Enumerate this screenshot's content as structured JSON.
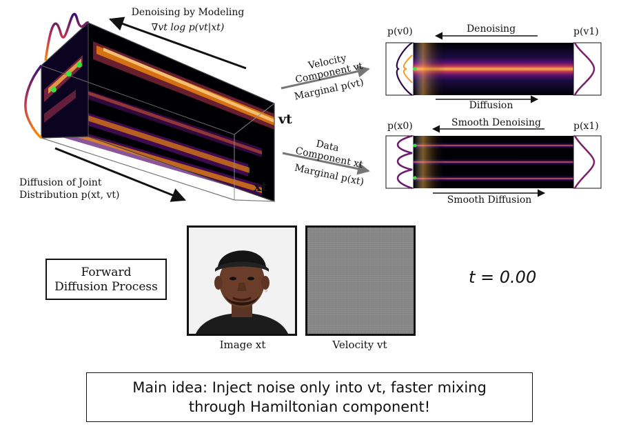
{
  "diagram": {
    "denoise_modeling": "Denoising by Modeling",
    "score_formula": "∇vt log p(vt|xt)",
    "v_axis": "vt",
    "x_axis": "xt",
    "diffusion_joint_line1": "Diffusion of Joint",
    "diffusion_joint_line2": "Distribution p(xt, vt)",
    "velocity_line1": "Velocity",
    "velocity_line2": "Component vt",
    "velocity_marginal": "Marginal p(vt)",
    "data_line1": "Data",
    "data_line2": "Component xt",
    "data_marginal": "Marginal p(xt)",
    "p_v0": "p(v0)",
    "p_v1": "p(v1)",
    "p_x0": "p(x0)",
    "p_x1": "p(x1)",
    "denoising": "Denoising",
    "diffusion": "Diffusion",
    "smooth_denoising": "Smooth Denoising",
    "smooth_diffusion": "Smooth Diffusion"
  },
  "process": {
    "label_line1": "Forward",
    "label_line2": "Diffusion Process",
    "image_caption": "Image xt",
    "velocity_caption": "Velocity vt",
    "time_readout": "t = 0.00"
  },
  "caption": {
    "line1": "Main idea: Inject noise only into vt, faster mixing",
    "line2": "through Hamiltonian component!"
  },
  "colors": {
    "inferno_dark": "#000004",
    "inferno_purple": "#57106e",
    "inferno_red": "#bc3754",
    "inferno_orange": "#f98e09",
    "inferno_yellow": "#fcffa4",
    "marker_green": "#39e23a"
  }
}
